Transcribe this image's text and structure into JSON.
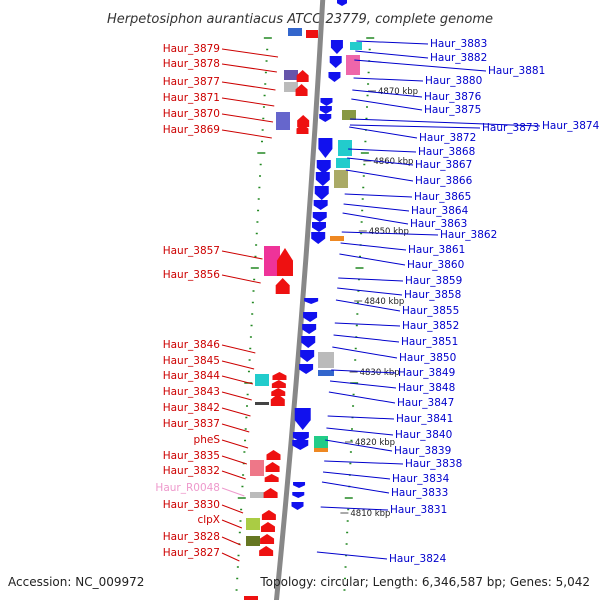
{
  "title": "Herpetosiphon aurantiacus ATCC 23779, complete genome",
  "accession_text": "Accession: NC_009972",
  "topology_text": "Topology: circular; Length: 6,346,587 bp; Genes: 5,042",
  "colors": {
    "backbone": "#888888",
    "left_label": "#cc0000",
    "right_label": "#0000cc",
    "rna_label": "#ee99cc",
    "forward_gene": "#ee1111",
    "reverse_gene": "#1111ee",
    "tick": "#228822"
  },
  "kbp_marks": [
    "4870 kbp",
    "4860 kbp",
    "4850 kbp",
    "4840 kbp",
    "4830 kbp",
    "4820 kbp",
    "4810 kbp"
  ],
  "left_labels": [
    "Haur_3879",
    "Haur_3878",
    "Haur_3877",
    "Haur_3871",
    "Haur_3870",
    "Haur_3869",
    "Haur_3857",
    "Haur_3856",
    "Haur_3846",
    "Haur_3845",
    "Haur_3844",
    "Haur_3843",
    "Haur_3842",
    "Haur_3837",
    "pheS",
    "Haur_3835",
    "Haur_3832",
    "Haur_R0048",
    "Haur_3830",
    "clpX",
    "Haur_3828",
    "Haur_3827"
  ],
  "right_labels": [
    "Haur_3883",
    "Haur_3882",
    "Haur_3881",
    "Haur_3880",
    "Haur_3876",
    "Haur_3875",
    "Haur_3873",
    "Haur_3874",
    "Haur_3872",
    "Haur_3868",
    "Haur_3867",
    "Haur_3866",
    "Haur_3865",
    "Haur_3864",
    "Haur_3863",
    "Haur_3862",
    "Haur_3861",
    "Haur_3860",
    "Haur_3859",
    "Haur_3858",
    "Haur_3855",
    "Haur_3852",
    "Haur_3851",
    "Haur_3850",
    "Haur_3849",
    "Haur_3848",
    "Haur_3847",
    "Haur_3841",
    "Haur_3840",
    "Haur_3839",
    "Haur_3838",
    "Haur_3834",
    "Haur_3833",
    "Haur_3831",
    "Haur_3824"
  ]
}
